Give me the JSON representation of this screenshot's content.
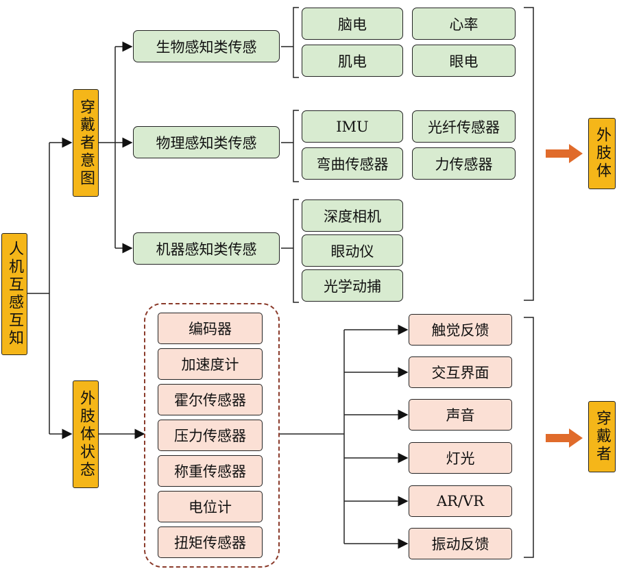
{
  "root": "人机互感互知",
  "intent": "穿戴者意图",
  "state": "外肢体状态",
  "bio": {
    "label": "生物感知类传感",
    "items": [
      "脑电",
      "心率",
      "肌电",
      "眼电"
    ]
  },
  "physical": {
    "label": "物理感知类传感",
    "items": [
      "IMU",
      "光纤传感器",
      "弯曲传感器",
      "力传感器"
    ]
  },
  "machine": {
    "label": "机器感知类传感",
    "items": [
      "深度相机",
      "眼动仪",
      "光学动捕"
    ]
  },
  "state_sensors": [
    "编码器",
    "加速度计",
    "霍尔传感器",
    "压力传感器",
    "称重传感器",
    "电位计",
    "扭矩传感器"
  ],
  "feedback": [
    "触觉反馈",
    "交互界面",
    "声音",
    "灯光",
    "AR/VR",
    "振动反馈"
  ],
  "target_top": "外肢体",
  "target_bottom": "穿戴者",
  "colors": {
    "yellow": "#f5b619",
    "green": "#d8ebd0",
    "pink": "#fbe0d5",
    "arrow": "#e06b2b",
    "dashed": "#8a3a2a"
  }
}
